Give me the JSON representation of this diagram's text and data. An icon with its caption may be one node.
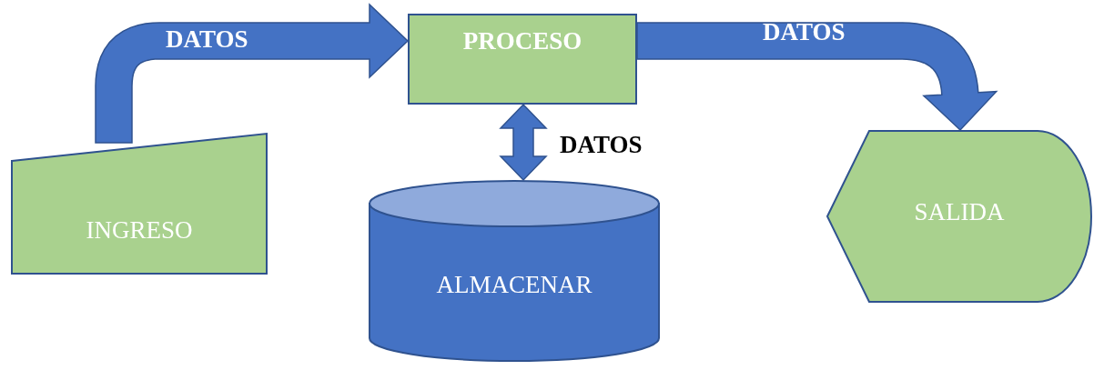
{
  "diagram": {
    "nodes": [
      {
        "text": [
          "INGRESO"
        ]
      },
      {
        "text": [
          "PROCESO"
        ]
      },
      {
        "text": [
          "ALMACENAR"
        ]
      },
      {
        "text": [
          "SALIDA"
        ]
      }
    ],
    "edges": [
      {
        "from": 0,
        "to": 1,
        "arrow": "to",
        "label": "DATOS",
        "style": "thick"
      },
      {
        "from": 1,
        "to": 3,
        "arrow": "to",
        "label": "DATOS",
        "style": "thick"
      },
      {
        "from": 1,
        "to": 2,
        "arrow": "both",
        "label": "DATOS",
        "style": "thick"
      }
    ]
  }
}
